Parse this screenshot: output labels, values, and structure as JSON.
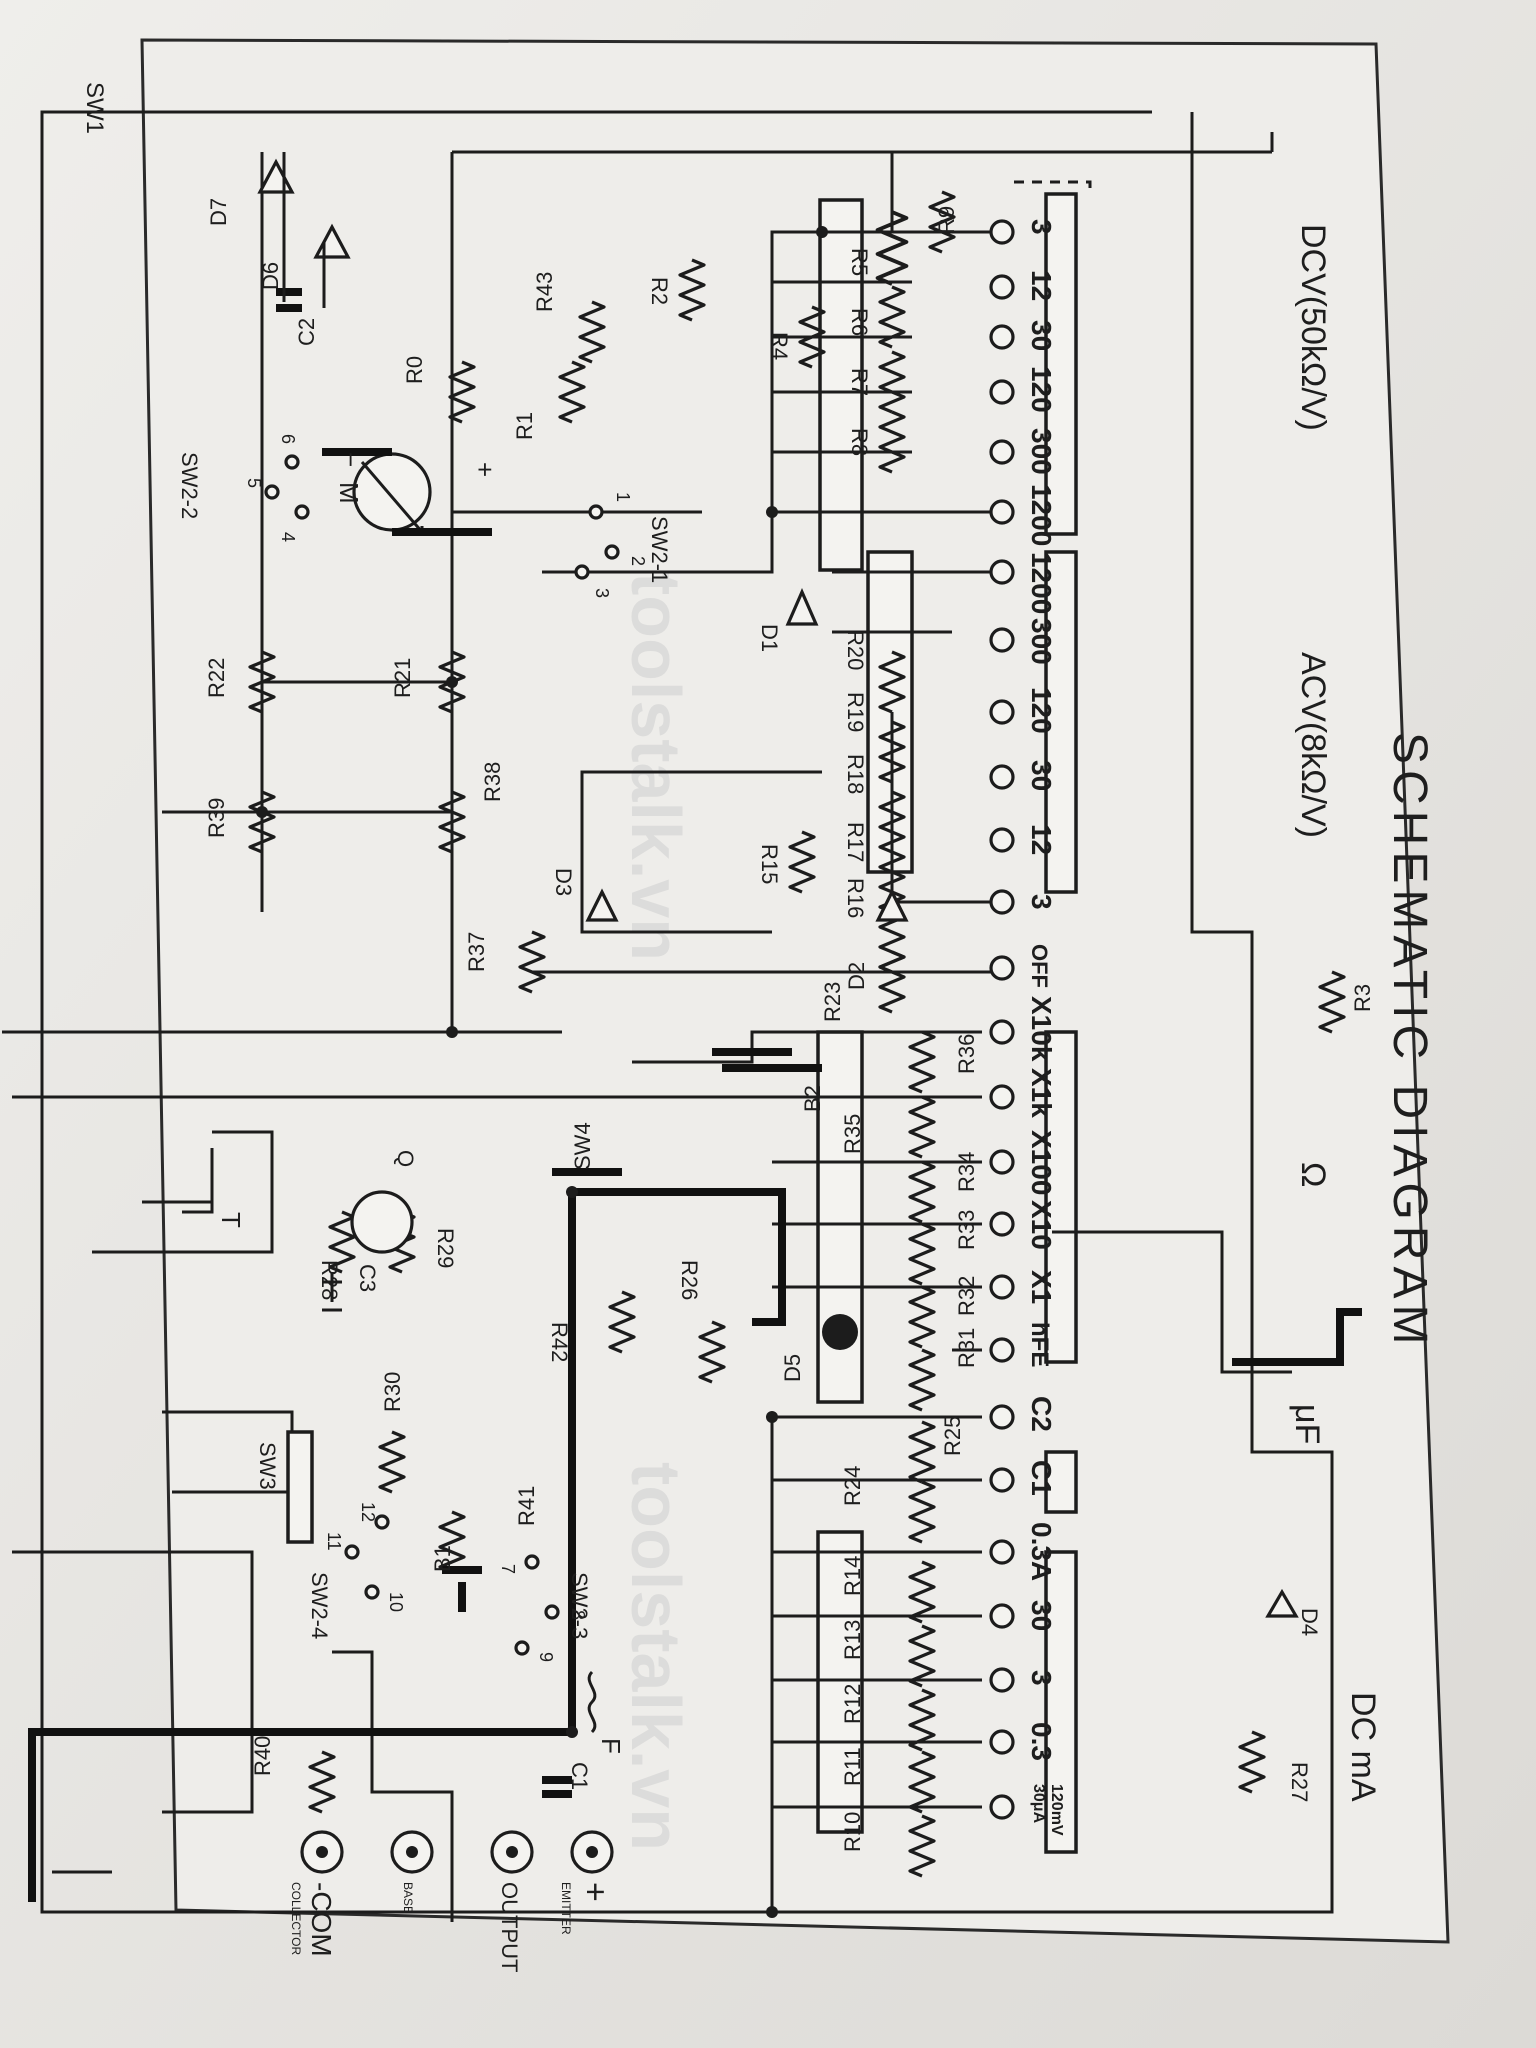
{
  "title": "SCHEMATIC DIAGRAM",
  "ranges": {
    "dcv": "DCV(50kΩ/V)",
    "acv": "ACV(8kΩ/V)",
    "ohm": "Ω",
    "uf": "μF",
    "dcma": "DC mA"
  },
  "dcv_positions": [
    "3",
    "12",
    "30",
    "120",
    "300",
    "1200"
  ],
  "acv_positions": [
    "1200",
    "300",
    "120",
    "30",
    "12",
    "3"
  ],
  "off_label": "OFF",
  "ohm_positions": [
    "X10k",
    "X1k",
    "X100",
    "X10",
    "X1",
    "hFE"
  ],
  "cap_positions": [
    "C2",
    "C1"
  ],
  "ma_positions": [
    "0.3A",
    "30",
    "3",
    "0.3"
  ],
  "ua_label_1": "120mV",
  "ua_label_2": "30μA",
  "resistors": {
    "r9": "R9",
    "r5": "R5",
    "r6": "R6",
    "r7": "R7",
    "r8": "R8",
    "r4": "R4",
    "r2": "R2",
    "r43": "R43",
    "r0": "R0",
    "r1": "R1",
    "r20": "R20",
    "r19": "R19",
    "r18": "R18",
    "r17": "R17",
    "r16": "R16",
    "r15": "R15",
    "r21": "R21",
    "r22": "R22",
    "r38": "R38",
    "r39": "R39",
    "r37": "R37",
    "r23": "R23",
    "r3": "R3",
    "r36": "R36",
    "r35": "R35",
    "r34": "R34",
    "r33": "R33",
    "r32": "R32",
    "r31": "R31",
    "r29": "R29",
    "r28": "R28",
    "r42": "R42",
    "r26": "R26",
    "r30": "R30",
    "r25": "R25",
    "r24": "R24",
    "r41": "R41",
    "r14": "R14",
    "r13": "R13",
    "r12": "R12",
    "r11": "R11",
    "r10": "R10",
    "r27": "R27",
    "r40": "R40"
  },
  "parts": {
    "sw1": "SW1",
    "sw2_1": "SW2-1",
    "sw2_2": "SW2-2",
    "sw2_3": "SW2-3",
    "sw2_4": "SW2-4",
    "sw3": "SW3",
    "sw4": "SW4",
    "d1": "D1",
    "d2": "D2",
    "d3": "D3",
    "d4": "D4",
    "d5": "D5",
    "d6": "D6",
    "d7": "D7",
    "c2": "C2",
    "c3": "C3",
    "c1": "C1",
    "b1": "B1",
    "b2": "B2",
    "m": "M",
    "q": "Q",
    "t": "T",
    "f": "F",
    "plus": "+",
    "minus": "−"
  },
  "sw_pins": [
    "1",
    "2",
    "3",
    "4",
    "5",
    "6",
    "7",
    "8",
    "9",
    "10",
    "11",
    "12"
  ],
  "jacks": {
    "plus": "+",
    "emitter": "EMITTER",
    "output": "OUTPUT",
    "base": "BASE",
    "com": "-COM",
    "collector": "COLLECTOR"
  },
  "watermark": "toolstalk.vn"
}
